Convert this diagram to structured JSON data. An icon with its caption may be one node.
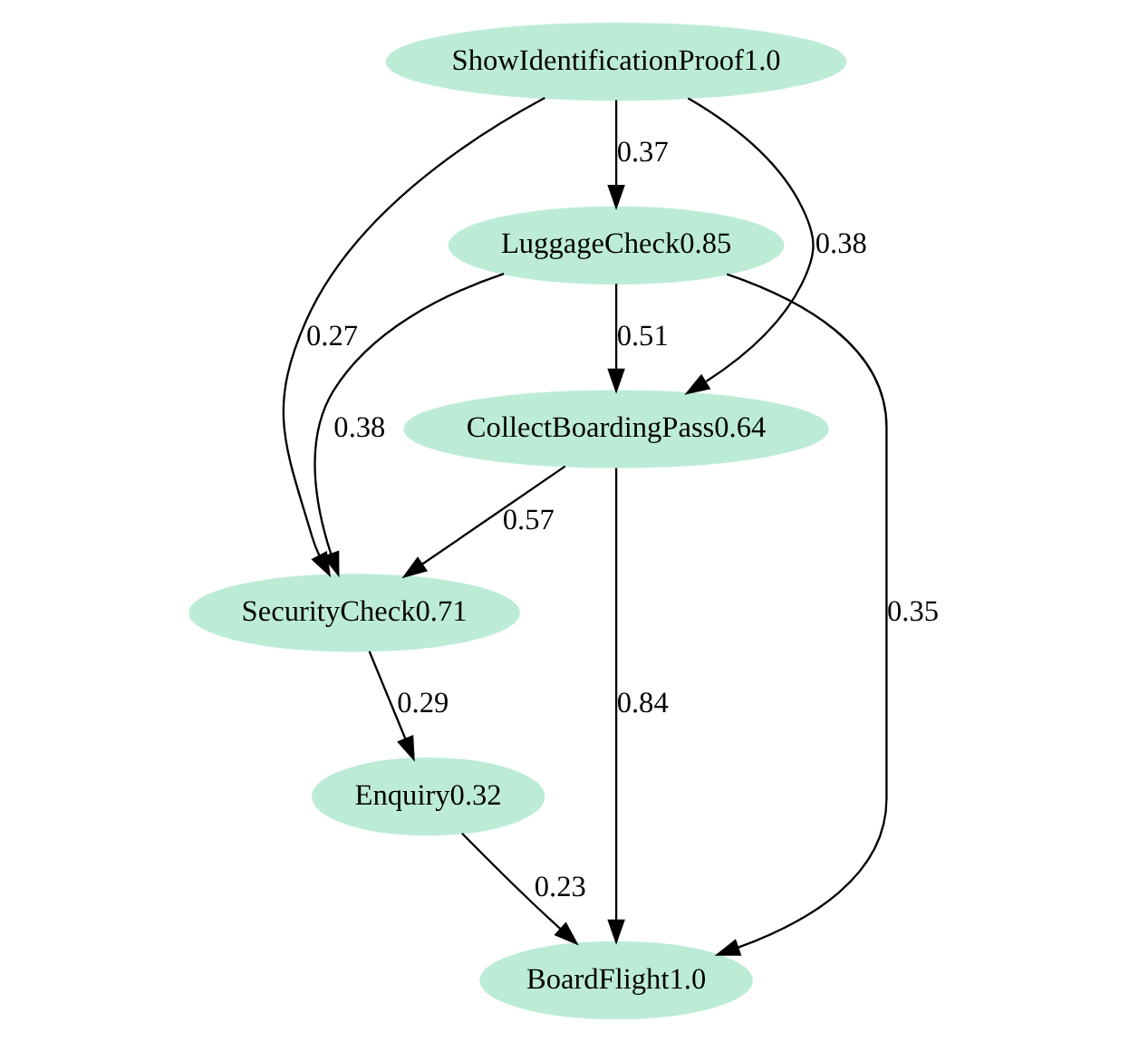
{
  "diagram": {
    "nodes": [
      {
        "text": [
          "ShowIdentificationProof1.0"
        ]
      },
      {
        "text": [
          "LuggageCheck0.85"
        ]
      },
      {
        "text": [
          "CollectBoardingPass0.64"
        ]
      },
      {
        "text": [
          "SecurityCheck0.71"
        ]
      },
      {
        "text": [
          "Enquiry0.32"
        ]
      },
      {
        "text": [
          "BoardFlight1.0"
        ]
      }
    ],
    "edges": [
      {
        "from": 0,
        "to": 1,
        "arrow": "to",
        "label": "0.37"
      },
      {
        "from": 0,
        "to": 2,
        "arrow": "to",
        "label": "0.38"
      },
      {
        "from": 0,
        "to": 3,
        "arrow": "to",
        "label": "0.27"
      },
      {
        "from": 1,
        "to": 2,
        "arrow": "to",
        "label": "0.51"
      },
      {
        "from": 1,
        "to": 3,
        "arrow": "to",
        "label": "0.38"
      },
      {
        "from": 1,
        "to": 5,
        "arrow": "to",
        "label": "0.35"
      },
      {
        "from": 2,
        "to": 3,
        "arrow": "to",
        "label": "0.57"
      },
      {
        "from": 2,
        "to": 5,
        "arrow": "to",
        "label": "0.84"
      },
      {
        "from": 3,
        "to": 4,
        "arrow": "to",
        "label": "0.29"
      },
      {
        "from": 4,
        "to": 5,
        "arrow": "to",
        "label": "0.23"
      }
    ]
  }
}
